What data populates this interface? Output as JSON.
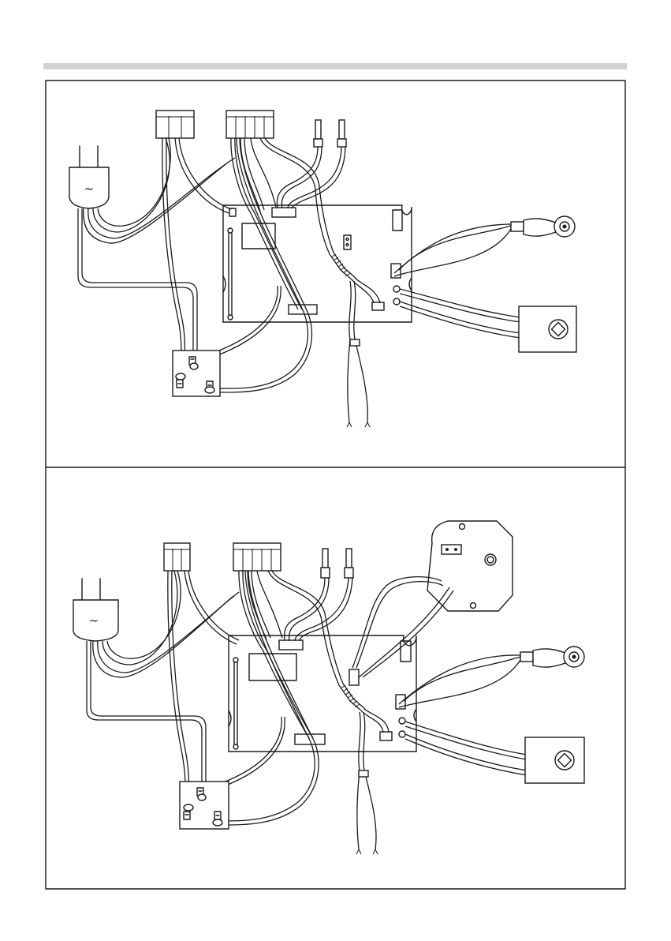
{
  "plug_symbol": "~",
  "panels": [
    {
      "name": "wiring-diagram-top",
      "variant": "without-camera-module"
    },
    {
      "name": "wiring-diagram-bottom",
      "variant": "with-camera-module"
    }
  ],
  "colors": {
    "line": "#1a1a1a",
    "header_bar": "#d2d2d2",
    "background": "#ffffff"
  }
}
